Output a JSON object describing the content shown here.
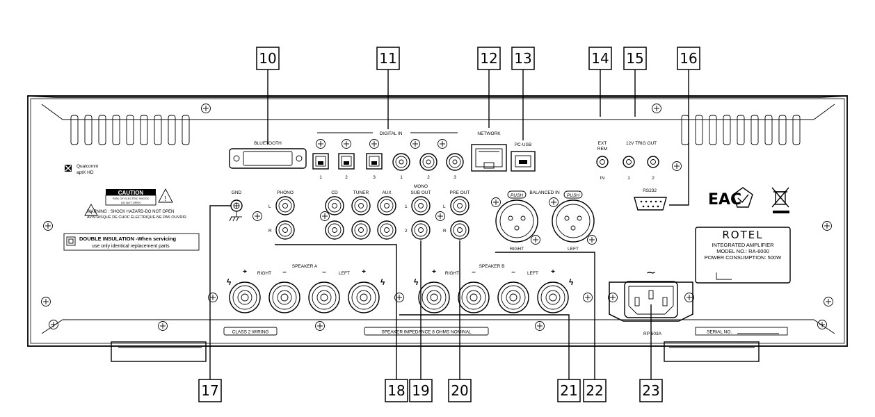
{
  "callouts": [
    "10",
    "11",
    "12",
    "13",
    "14",
    "15",
    "16",
    "17",
    "18",
    "19",
    "20",
    "21",
    "22",
    "23"
  ],
  "panel": {
    "bluetooth": "BLUETOOTH",
    "digital_in": "DIGITAL IN",
    "network": "NETWORK",
    "pc_usb": "PC-USB",
    "ext_rem": [
      "EXT",
      "REM"
    ],
    "ext_rem_in": "IN",
    "trig_out": "12V TRIG OUT",
    "trig_nums": [
      "1",
      "2"
    ],
    "optical_nums": [
      "1",
      "2",
      "3"
    ],
    "coax_nums": [
      "1",
      "2",
      "3"
    ],
    "qualcomm": "Qualcomm",
    "aptx": "aptX HD",
    "caution": "CAUTION",
    "caution_small": [
      "RISK OF ELECTRIC SHOCK",
      "DO NOT OPEN"
    ],
    "warning": [
      "WARNING : SHOCK HAZARD-DO NOT OPEN",
      "AVIS:RISQUE DE CHOC ÉLECTRIQUE-NE PAS OUVRIR"
    ],
    "double_insulation": [
      "DOUBLE INSULATION -When servicing",
      "use only identical replacement parts"
    ],
    "gnd": "GND",
    "phono": "PHONO",
    "cd": "CD",
    "tuner": "TUNER",
    "aux": "AUX",
    "mono_sub_out": [
      "MONO",
      "SUB OUT"
    ],
    "pre_out": "PRE OUT",
    "balanced_in": "BALANCED IN",
    "push": "PUSH",
    "right": "RIGHT",
    "left": "LEFT",
    "rs232": "RS232",
    "lr": [
      "L",
      "R"
    ],
    "sub_nums": [
      "1",
      "2"
    ],
    "speaker_a": "SPEAKER A",
    "speaker_b": "SPEAKER B",
    "spk_right": "RIGHT",
    "spk_left": "LEFT",
    "plus": "+",
    "minus": "–",
    "class2": "CLASS 2 WIRING",
    "impedance": "SPEAKER IMPEDANCE 8 OHMS NOMINAL",
    "brand": "ROTEL",
    "nameplate": [
      "INTEGRATED AMPLIFIER",
      "MODEL NO.: RA-6000",
      "POWER CONSUMPTION: 500W"
    ],
    "ac_symbol": "~",
    "rp_code": "RP 603A",
    "serial": "SERIAL NO.",
    "eac": "EAC"
  }
}
